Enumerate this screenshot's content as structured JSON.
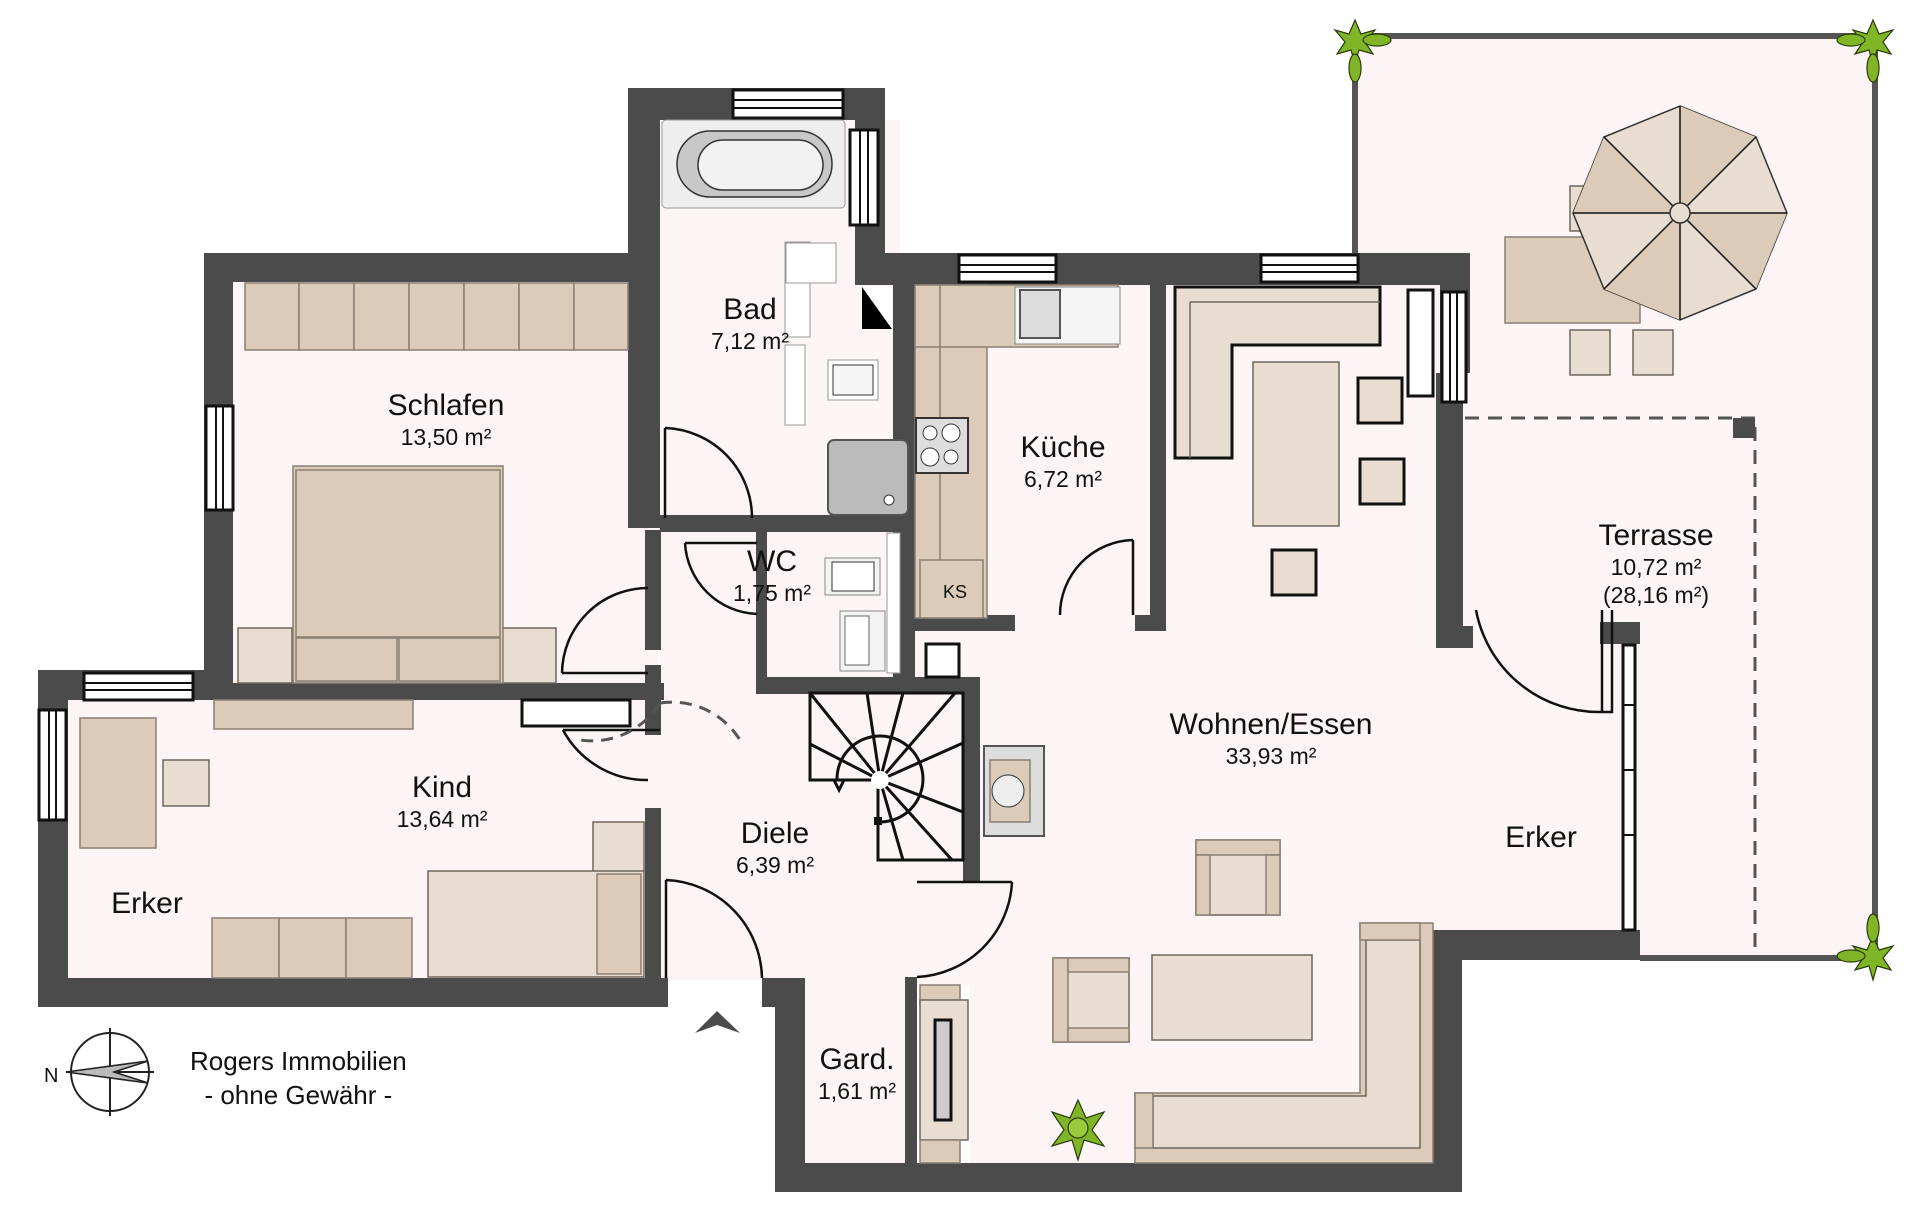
{
  "floorplan": {
    "rooms": [
      {
        "name": "Bad",
        "area": "7,12 m²"
      },
      {
        "name": "Schlafen",
        "area": "13,50 m²"
      },
      {
        "name": "Küche",
        "area": "6,72 m²"
      },
      {
        "name": "WC",
        "area": "1,75 m²"
      },
      {
        "name": "Kind",
        "area": "13,64 m²"
      },
      {
        "name": "Diele",
        "area": "6,39 m²"
      },
      {
        "name": "Wohnen/Essen",
        "area": "33,93 m²"
      },
      {
        "name": "Terrasse",
        "area": "10,72 m²",
        "area_total": "(28,16 m²)"
      },
      {
        "name": "Garderobe",
        "label": "Gard.",
        "area": "1,61 m²"
      }
    ],
    "bays": [
      {
        "name": "Erker",
        "room": "Kind"
      },
      {
        "name": "Erker",
        "room": "Wohnen/Essen"
      }
    ],
    "fixtures": {
      "fridge_label": "KS"
    },
    "compass": {
      "label": "N"
    },
    "footer": {
      "company": "Rogers Immobilien",
      "disclaimer": "- ohne Gewähr -"
    },
    "colors": {
      "wall": "#4b4b4b",
      "floor": "#fdf5f5",
      "furniture": "#dccbb8",
      "furniture_light": "#e8ddd0",
      "plant": "#7fb526"
    }
  }
}
